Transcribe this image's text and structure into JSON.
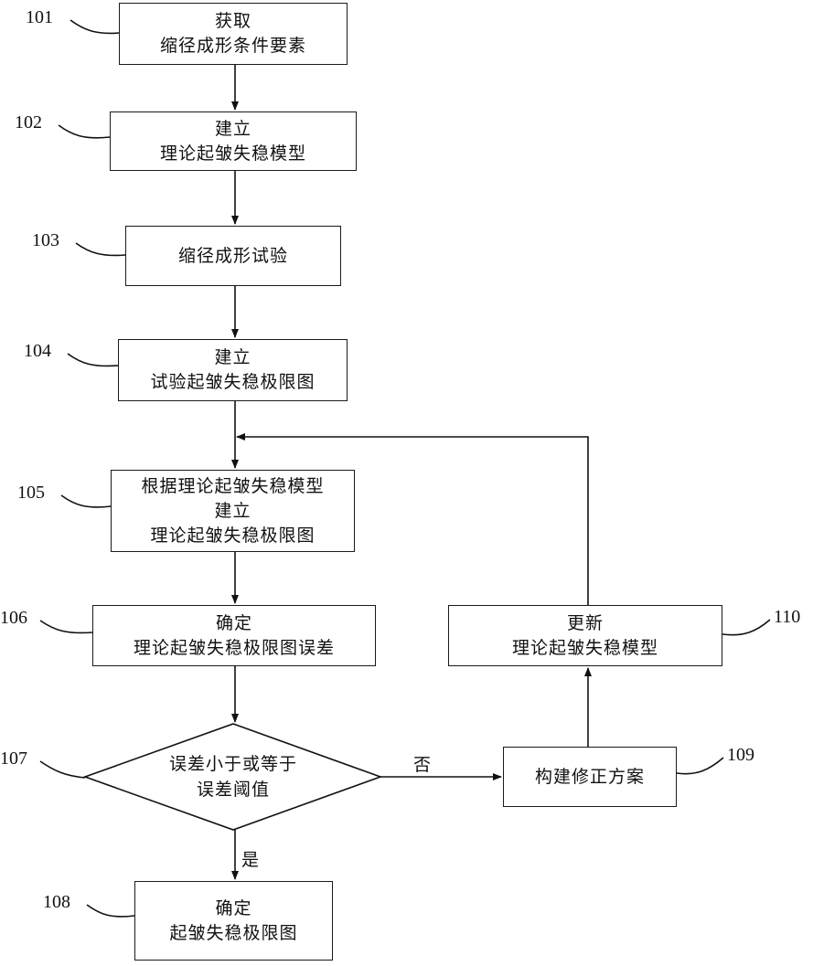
{
  "nodes": {
    "n101": {
      "label": "101",
      "line1": "获取",
      "line2": "缩径成形条件要素"
    },
    "n102": {
      "label": "102",
      "line1": "建立",
      "line2": "理论起皱失稳模型"
    },
    "n103": {
      "label": "103",
      "line1": "缩径成形试验"
    },
    "n104": {
      "label": "104",
      "line1": "建立",
      "line2": "试验起皱失稳极限图"
    },
    "n105": {
      "label": "105",
      "line1": "根据理论起皱失稳模型",
      "line2": "建立",
      "line3": "理论起皱失稳极限图"
    },
    "n106": {
      "label": "106",
      "line1": "确定",
      "line2": "理论起皱失稳极限图误差"
    },
    "n107": {
      "label": "107",
      "line1": "误差小于或等于",
      "line2": "误差阈值"
    },
    "n108": {
      "label": "108",
      "line1": "确定",
      "line2": "起皱失稳极限图"
    },
    "n109": {
      "label": "109",
      "line1": "构建修正方案"
    },
    "n110": {
      "label": "110",
      "line1": "更新",
      "line2": "理论起皱失稳模型"
    }
  },
  "edges": {
    "no_label": "否",
    "yes_label": "是"
  }
}
